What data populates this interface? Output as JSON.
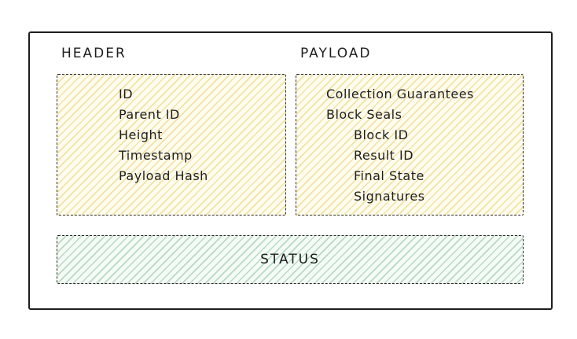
{
  "diagram": {
    "header_section": {
      "label": "HEADER",
      "fields": [
        "ID",
        "Parent ID",
        "Height",
        "Timestamp",
        "Payload Hash"
      ]
    },
    "payload_section": {
      "label": "PAYLOAD",
      "fields": [
        "Collection Guarantees",
        "Block Seals"
      ],
      "block_seal_fields": [
        "Block ID",
        "Result ID",
        "Final State",
        "Signatures"
      ]
    },
    "status_section": {
      "label": "STATUS"
    },
    "colors": {
      "stroke": "#1e1e1e",
      "header_hatch": "#e9cb5e",
      "header_fill": "#fffcf0",
      "status_hatch": "#79ba89",
      "status_fill": "#f5fbf6"
    }
  }
}
